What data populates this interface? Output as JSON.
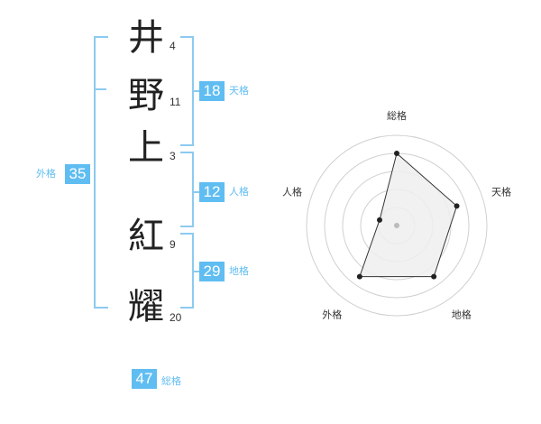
{
  "name": {
    "chars": [
      {
        "char": "井",
        "strokes": "4"
      },
      {
        "char": "野",
        "strokes": "11"
      },
      {
        "char": "上",
        "strokes": "3"
      },
      {
        "char": "紅",
        "strokes": "9"
      },
      {
        "char": "耀",
        "strokes": "20"
      }
    ]
  },
  "fortune": {
    "tenkaku": {
      "value": "18",
      "label": "天格"
    },
    "jinkaku": {
      "value": "12",
      "label": "人格"
    },
    "chikaku": {
      "value": "29",
      "label": "地格"
    },
    "gaikaku": {
      "value": "35",
      "label": "外格"
    },
    "soukaku": {
      "value": "47",
      "label": "総格"
    }
  },
  "colors": {
    "accent": "#5fbdf2",
    "bracket": "#8ccaf0",
    "text": "#222222"
  },
  "chart_data": {
    "type": "radar",
    "axes": [
      "総格",
      "天格",
      "地格",
      "外格",
      "人格"
    ],
    "values": [
      4,
      3.5,
      3.5,
      3.5,
      1
    ],
    "max": 5,
    "rings": 5
  }
}
